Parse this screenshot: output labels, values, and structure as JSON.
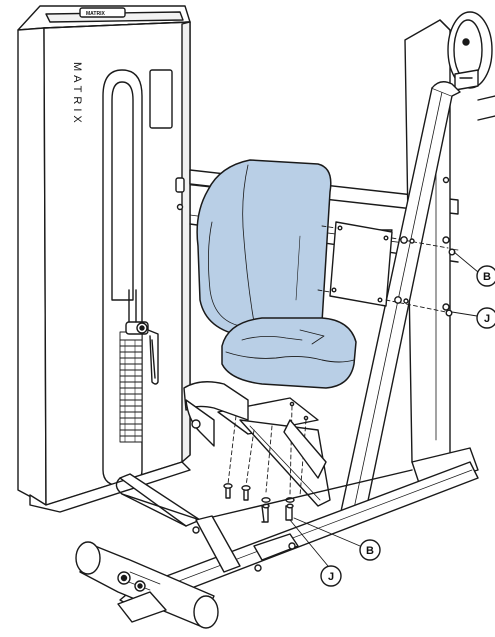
{
  "diagram": {
    "brand_vertical": "MATRIX",
    "brand_top": "MATRIX",
    "callouts": [
      {
        "id": "B",
        "label": "B"
      },
      {
        "id": "J",
        "label": "J"
      },
      {
        "id": "B2",
        "label": "B"
      },
      {
        "id": "J2",
        "label": "J"
      }
    ],
    "colors": {
      "upholstery": "#b9cfe6",
      "upholstery_edge": "#1a1a1a",
      "frame_fill": "#ffffff",
      "line": "#1a1a1a"
    }
  }
}
